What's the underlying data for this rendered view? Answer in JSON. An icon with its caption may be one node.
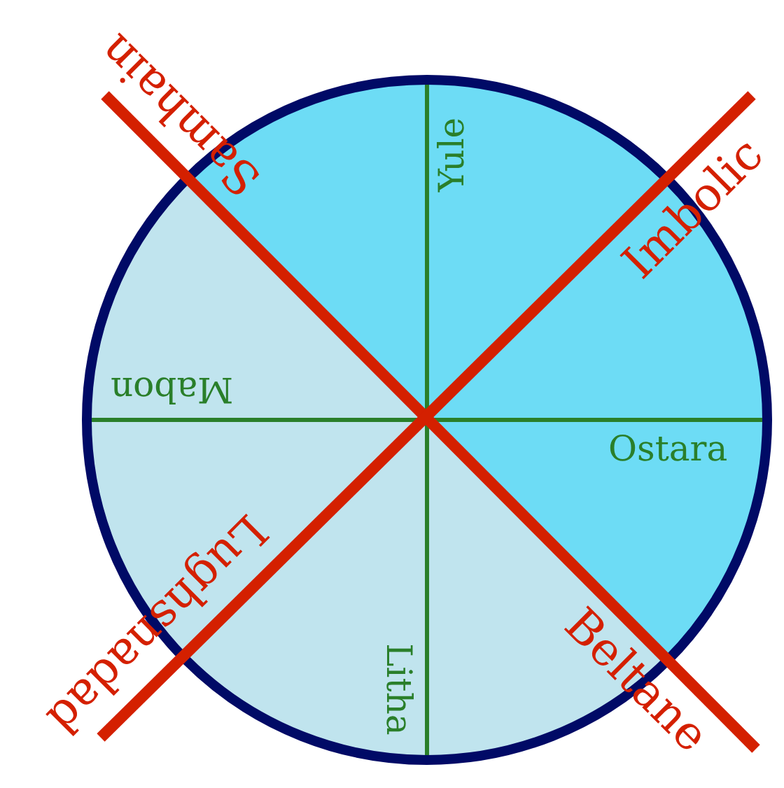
{
  "diagram": {
    "labels": [
      "Samhain",
      "Yule",
      "Imbolic",
      "Mabon",
      "Ostara",
      "Lughsnadad",
      "Litha",
      "Beltane"
    ]
  }
}
